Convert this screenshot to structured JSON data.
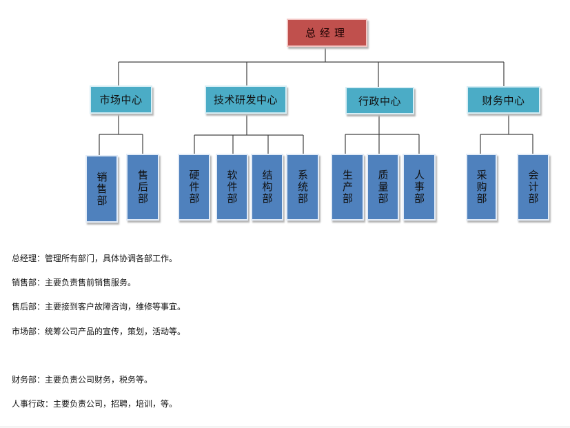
{
  "chart": {
    "top": "总经理",
    "centers": [
      {
        "label": "市场中心",
        "departments": [
          "销售部",
          "售后部"
        ]
      },
      {
        "label": "技术研发中心",
        "departments": [
          "硬件部",
          "软件部",
          "结构部",
          "系统部"
        ]
      },
      {
        "label": "行政中心",
        "departments": [
          "生产部",
          "质量部",
          "人事部"
        ]
      },
      {
        "label": "财务中心",
        "departments": [
          "采购部",
          "会计部"
        ]
      }
    ]
  },
  "descriptions": [
    "总经理：管理所有部门，具体协调各部工作。",
    "销售部：主要负责售前销售服务。",
    "售后部：主要接到客户故障咨询，维修等事宜。",
    "市场部：统筹公司产品的宣传，策划，活动等。",
    "财务部：主要负责公司财务，税务等。",
    "人事行政：主要负责公司，招聘，培训，等。"
  ],
  "colors": {
    "top": "#c0504d",
    "center": "#4bacc6",
    "department": "#4f81bd",
    "line": "#404040"
  }
}
